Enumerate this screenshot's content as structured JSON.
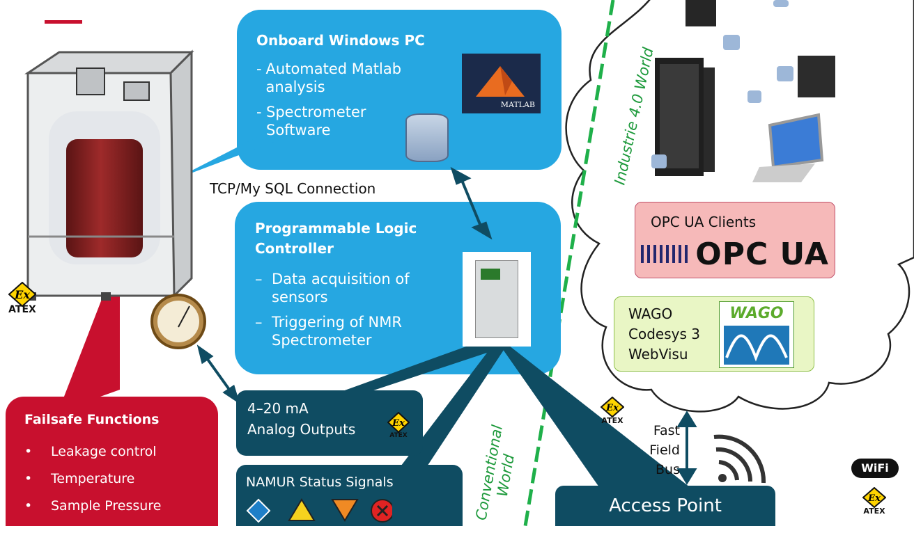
{
  "onboard_pc": {
    "title": "Onboard Windows PC",
    "items": [
      "Automated Matlab analysis",
      "Spectrometer Software"
    ],
    "matlab_logo_text": "MATLAB"
  },
  "connection_label": "TCP/My SQL Connection",
  "plc": {
    "title": "Programmable Logic Controller",
    "items": [
      "Data acquisition of sensors",
      "Triggering of NMR Spectrometer"
    ]
  },
  "analog_outputs": {
    "line1": "4–20 mA",
    "line2": "Analog Outputs"
  },
  "namur": {
    "label": "NAMUR Status Signals"
  },
  "failsafe": {
    "title": "Failsafe Functions",
    "items": [
      "Leakage control",
      "Temperature",
      "Sample Pressure"
    ]
  },
  "access_point": {
    "label": "Access Point"
  },
  "opc": {
    "label": "OPC UA Clients",
    "logo_text": "OPC UA"
  },
  "wago": {
    "lines": [
      "WAGO",
      "Codesys 3",
      "WebVisu"
    ],
    "logo_text": "WAGO"
  },
  "fieldbus": {
    "lines": [
      "Fast",
      "Field",
      "Bus"
    ]
  },
  "zones": {
    "industrie": "Industrie 4.0 World",
    "conventional": "Conventional World"
  },
  "atex_label": "ATEX",
  "ex_symbol": "Ex",
  "wifi_logo_text": "WiFi",
  "colors": {
    "bubble_blue": "#26a7e1",
    "dark_teal": "#0f4c62",
    "failsafe_red": "#c8102e",
    "divider_green": "#1fb04a",
    "opc_fill": "#f6b9b9",
    "wago_fill": "#e9f6c5",
    "atex_yellow": "#ffd400"
  }
}
